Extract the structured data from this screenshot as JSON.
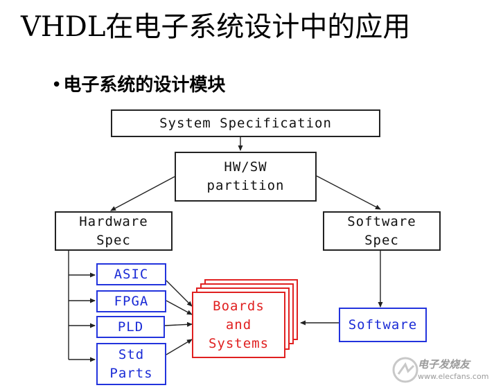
{
  "title": "VHDL在电子系统设计中的应用",
  "subtitle": {
    "bullet": "•",
    "text": "电子系统的设计模块"
  },
  "diagram": {
    "system_spec": "System Specification",
    "hw_sw_partition": [
      "HW/SW",
      "partition"
    ],
    "hardware_spec": [
      "Hardware",
      "Spec"
    ],
    "software_spec": [
      "Software",
      "Spec"
    ],
    "asic": "ASIC",
    "fpga": "FPGA",
    "pld": "PLD",
    "std_parts": [
      "Std",
      "Parts"
    ],
    "boards_systems": [
      "Boards",
      "and",
      "Systems"
    ],
    "software": "Software",
    "colors": {
      "black": "#222222",
      "blue": "#2233dd",
      "red": "#e02020"
    }
  },
  "watermark": {
    "cn": "电子发烧友",
    "url": "www.elecfans.com"
  }
}
